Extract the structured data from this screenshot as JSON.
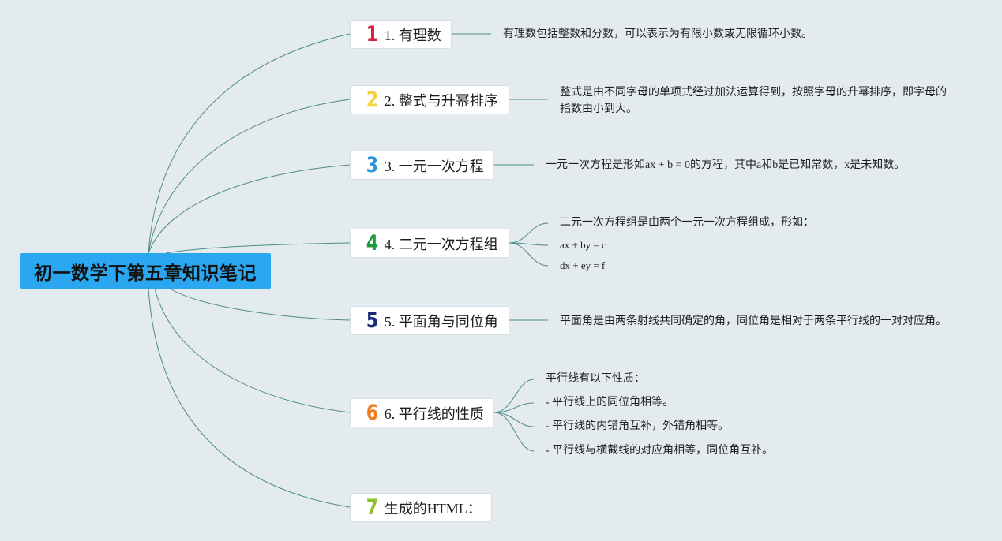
{
  "root": {
    "title": "初一数学下第五章知识笔记"
  },
  "topics": [
    {
      "number": "1",
      "label": "1. 有理数",
      "color": "#d81e3c"
    },
    {
      "number": "2",
      "label": "2. 整式与升幂排序",
      "color": "#f4d43c"
    },
    {
      "number": "3",
      "label": "3. 一元一次方程",
      "color": "#2e96d8"
    },
    {
      "number": "4",
      "label": "4. 二元一次方程组",
      "color": "#1d9a3b"
    },
    {
      "number": "5",
      "label": "5. 平面角与同位角",
      "color": "#1b2a78"
    },
    {
      "number": "6",
      "label": "6. 平行线的性质",
      "color": "#f07c1e"
    },
    {
      "number": "7",
      "label": "生成的HTML：",
      "color": "#8cc028"
    }
  ],
  "notes": {
    "rational": "有理数包括整数和分数，可以表示为有限小数或无限循环小数。",
    "polynomial": "整式是由不同字母的单项式经过加法运算得到，按照字母的升幂排序，即字母的指数由小到大。",
    "linear_equation": "一元一次方程是形如ax + b = 0的方程，其中a和b是已知常数，x是未知数。",
    "system": [
      "二元一次方程组是由两个一元一次方程组成，形如：",
      "ax + by = c",
      "dx + ey = f"
    ],
    "angles": "平面角是由两条射线共同确定的角，同位角是相对于两条平行线的一对对应角。",
    "parallel": [
      "平行线有以下性质：",
      "- 平行线上的同位角相等。",
      "- 平行线的内错角互补，外错角相等。",
      "- 平行线与横截线的对应角相等，同位角互补。"
    ]
  },
  "colors": {
    "background": "#e3ebef",
    "root_fill": "#2aa7f0",
    "connector": "#4d8c86"
  }
}
